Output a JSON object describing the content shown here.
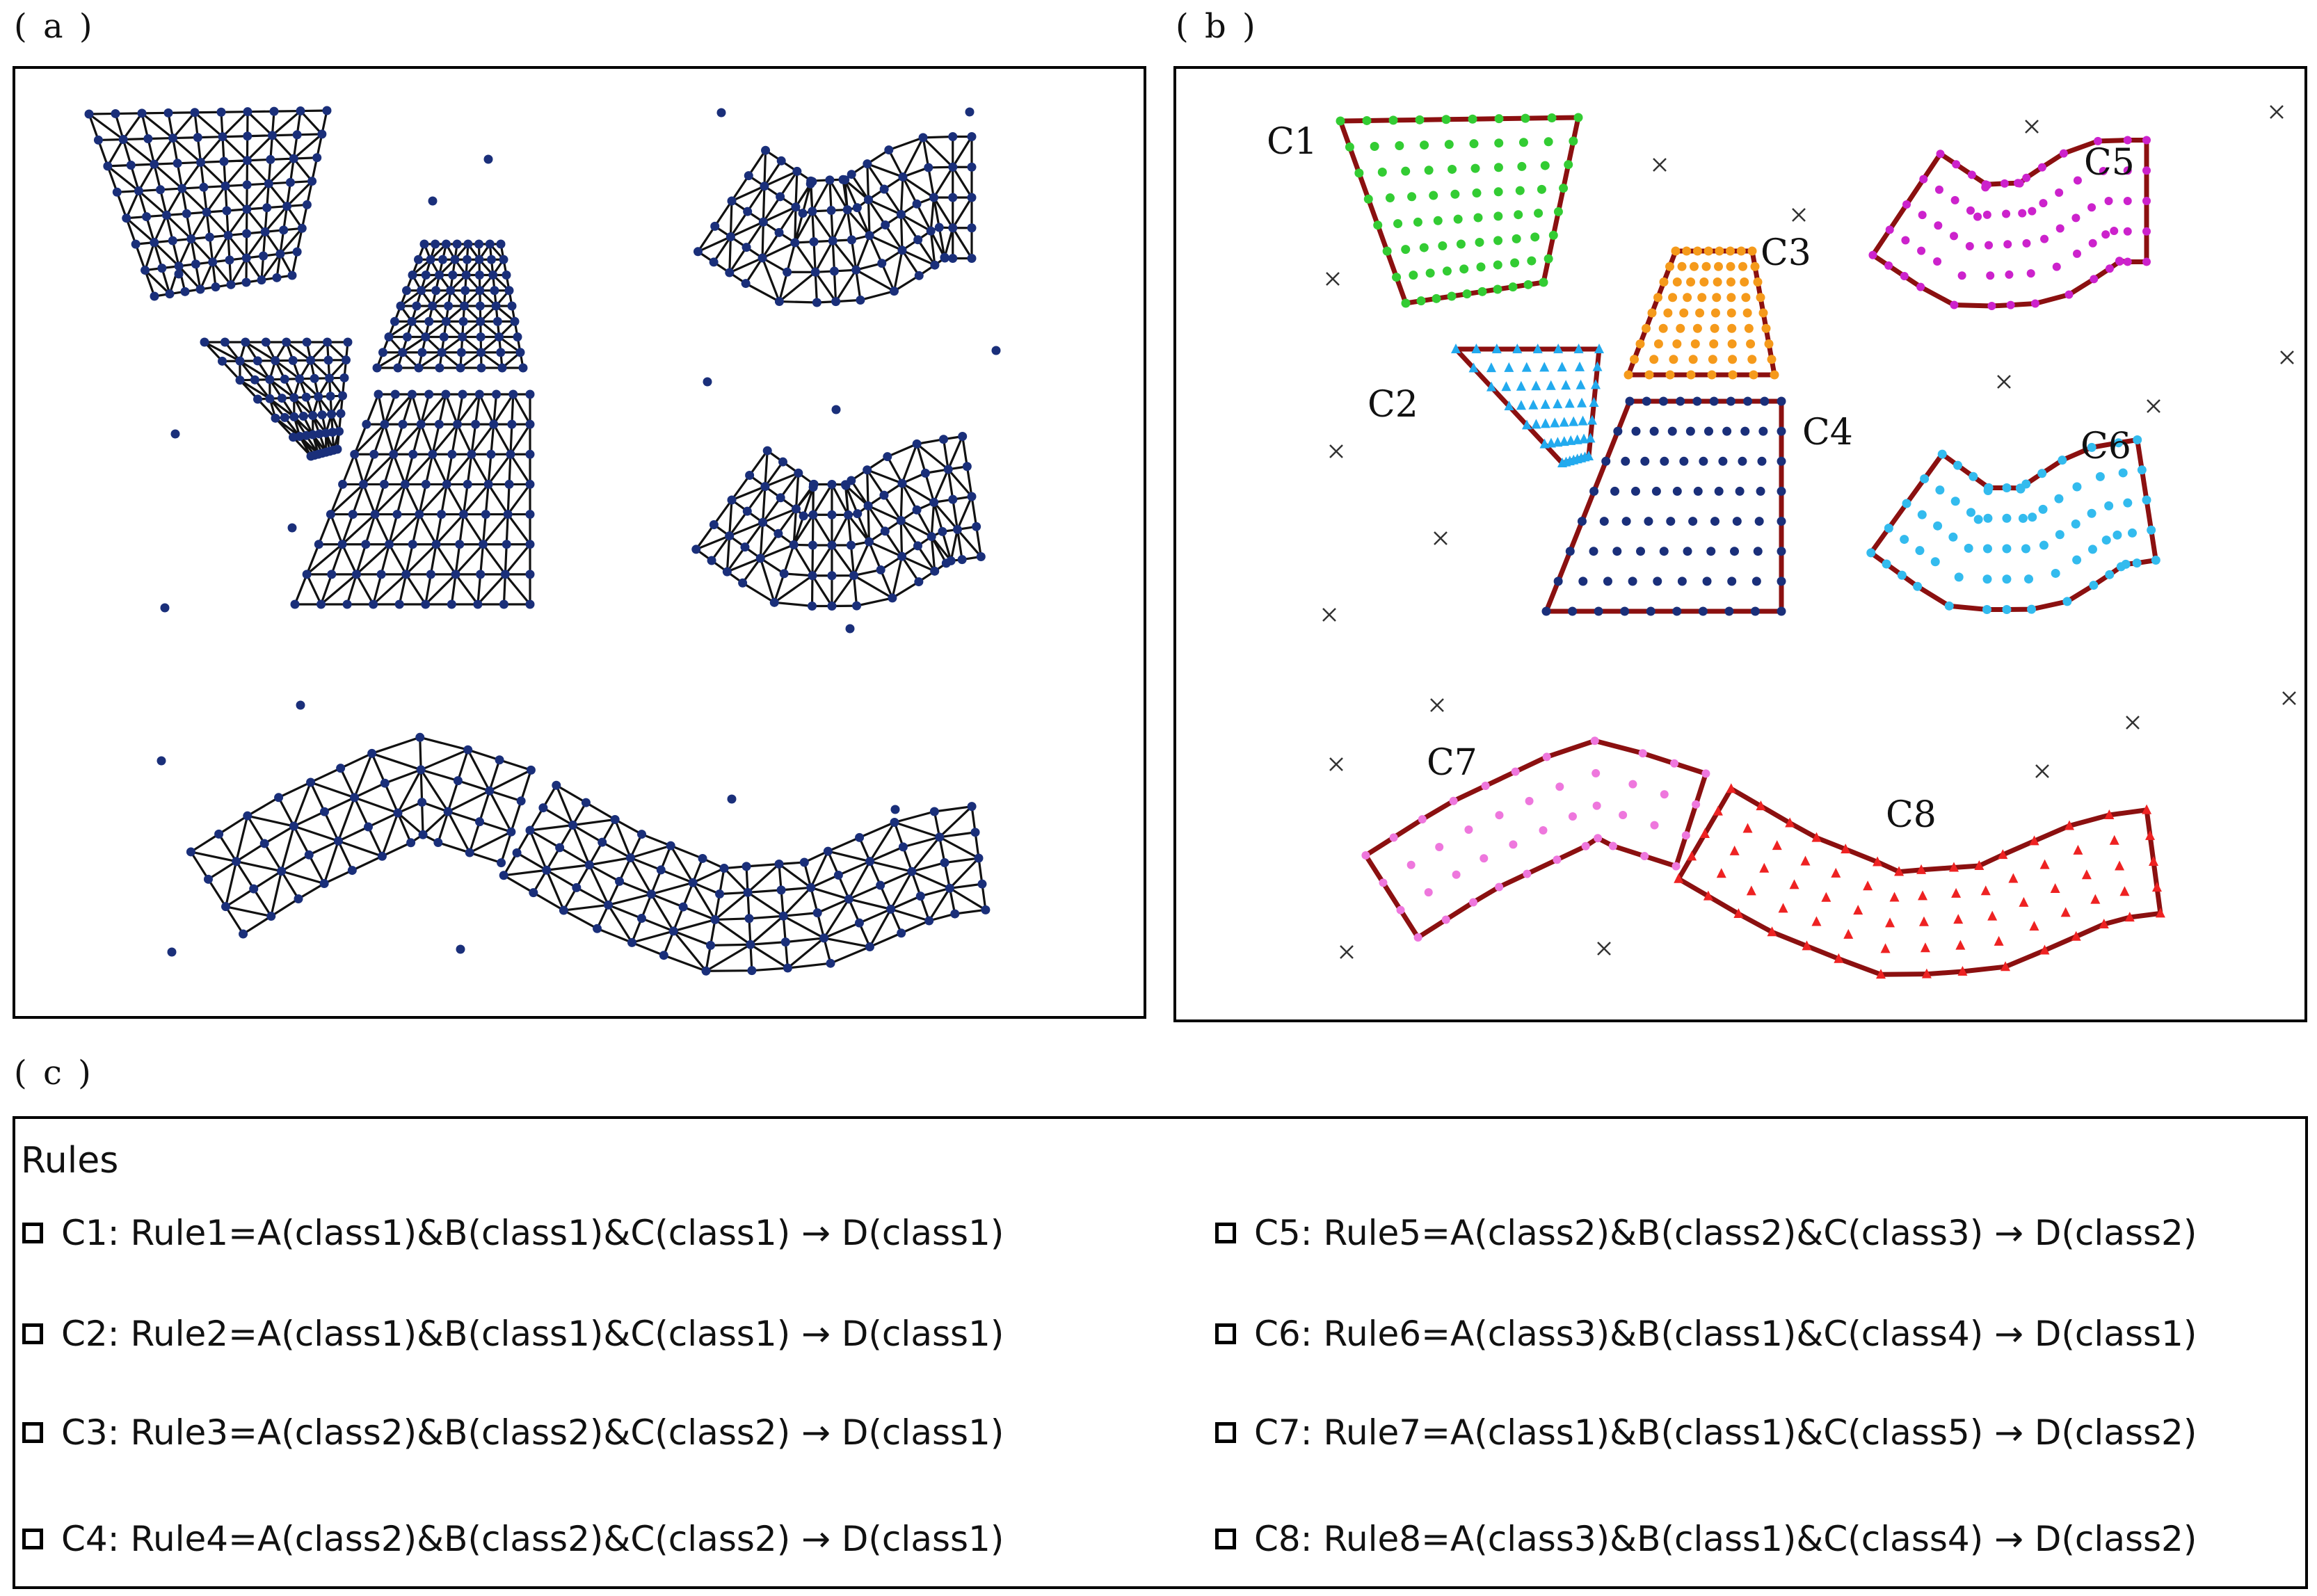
{
  "panels": {
    "a": {
      "label": "( a )"
    },
    "b": {
      "label": "( b )"
    },
    "c": {
      "label": "( c )"
    }
  },
  "clusters": [
    {
      "id": "C1",
      "label": "C1",
      "color": "#33cc33",
      "marker": "dot"
    },
    {
      "id": "C2",
      "label": "C2",
      "color": "#22aaee",
      "marker": "triangle"
    },
    {
      "id": "C3",
      "label": "C3",
      "color": "#f59a1b",
      "marker": "dot"
    },
    {
      "id": "C4",
      "label": "C4",
      "color": "#1a2f7a",
      "marker": "dot"
    },
    {
      "id": "C5",
      "label": "C5",
      "color": "#cc22cc",
      "marker": "star"
    },
    {
      "id": "C6",
      "label": "C6",
      "color": "#33bbee",
      "marker": "dot"
    },
    {
      "id": "C7",
      "label": "C7",
      "color": "#ee77dd",
      "marker": "star"
    },
    {
      "id": "C8",
      "label": "C8",
      "color": "#ee2222",
      "marker": "triangle"
    }
  ],
  "colors": {
    "mesh_line": "#111111",
    "mesh_node": "#1a2f7a",
    "boundary": "#8b1010",
    "noise": "#333333"
  },
  "rules": {
    "title": "Rules",
    "items": [
      "C1: Rule1=A(class1)&B(class1)&C(class1) → D(class1)",
      "C2: Rule2=A(class1)&B(class1)&C(class1) → D(class1)",
      "C3: Rule3=A(class2)&B(class2)&C(class2) → D(class1)",
      "C4: Rule4=A(class2)&B(class2)&C(class2) → D(class1)",
      "C5: Rule5=A(class2)&B(class2)&C(class3) → D(class2)",
      "C6: Rule6=A(class3)&B(class1)&C(class4) → D(class1)",
      "C7: Rule7=A(class1)&B(class1)&C(class5) → D(class2)",
      "C8: Rule8=A(class3)&B(class1)&C(class4) → D(class2)"
    ]
  }
}
